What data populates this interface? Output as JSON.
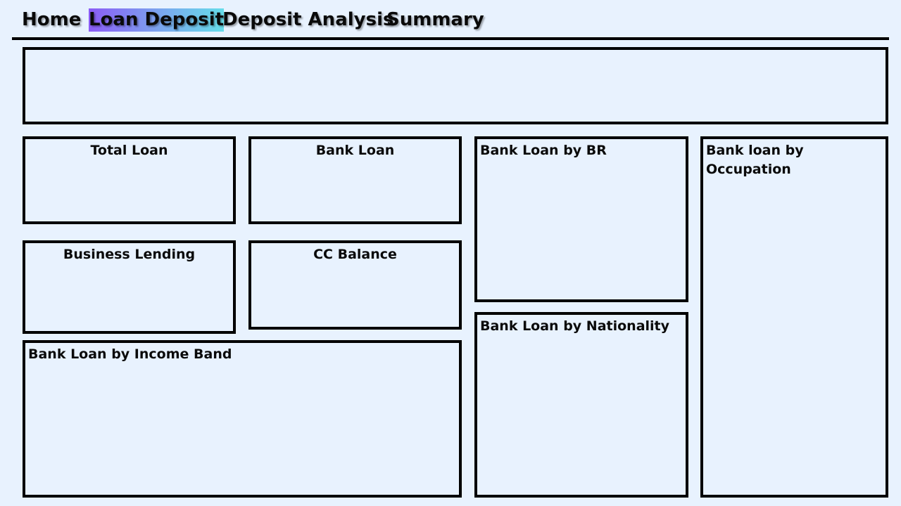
{
  "nav": {
    "items": [
      {
        "label": "Home"
      },
      {
        "label": "Loan Deposit",
        "active": true
      },
      {
        "label": "Deposit Analysis"
      },
      {
        "label": "Summary"
      }
    ],
    "active_gradient": [
      "#8b5cf6",
      "#66ddea"
    ]
  },
  "colors": {
    "background": "#e8f2fe",
    "border": "#000000"
  },
  "cards": {
    "total_loan": "Total Loan",
    "bank_loan": "Bank Loan",
    "business_lending": "Business Lending",
    "cc_balance": "CC Balance",
    "bank_loan_by_income_band": "Bank Loan by Income Band",
    "bank_loan_by_br": "Bank Loan by BR",
    "bank_loan_by_nationality": "Bank Loan by Nationality",
    "bank_loan_by_occupation": "Bank loan by Occupation"
  }
}
